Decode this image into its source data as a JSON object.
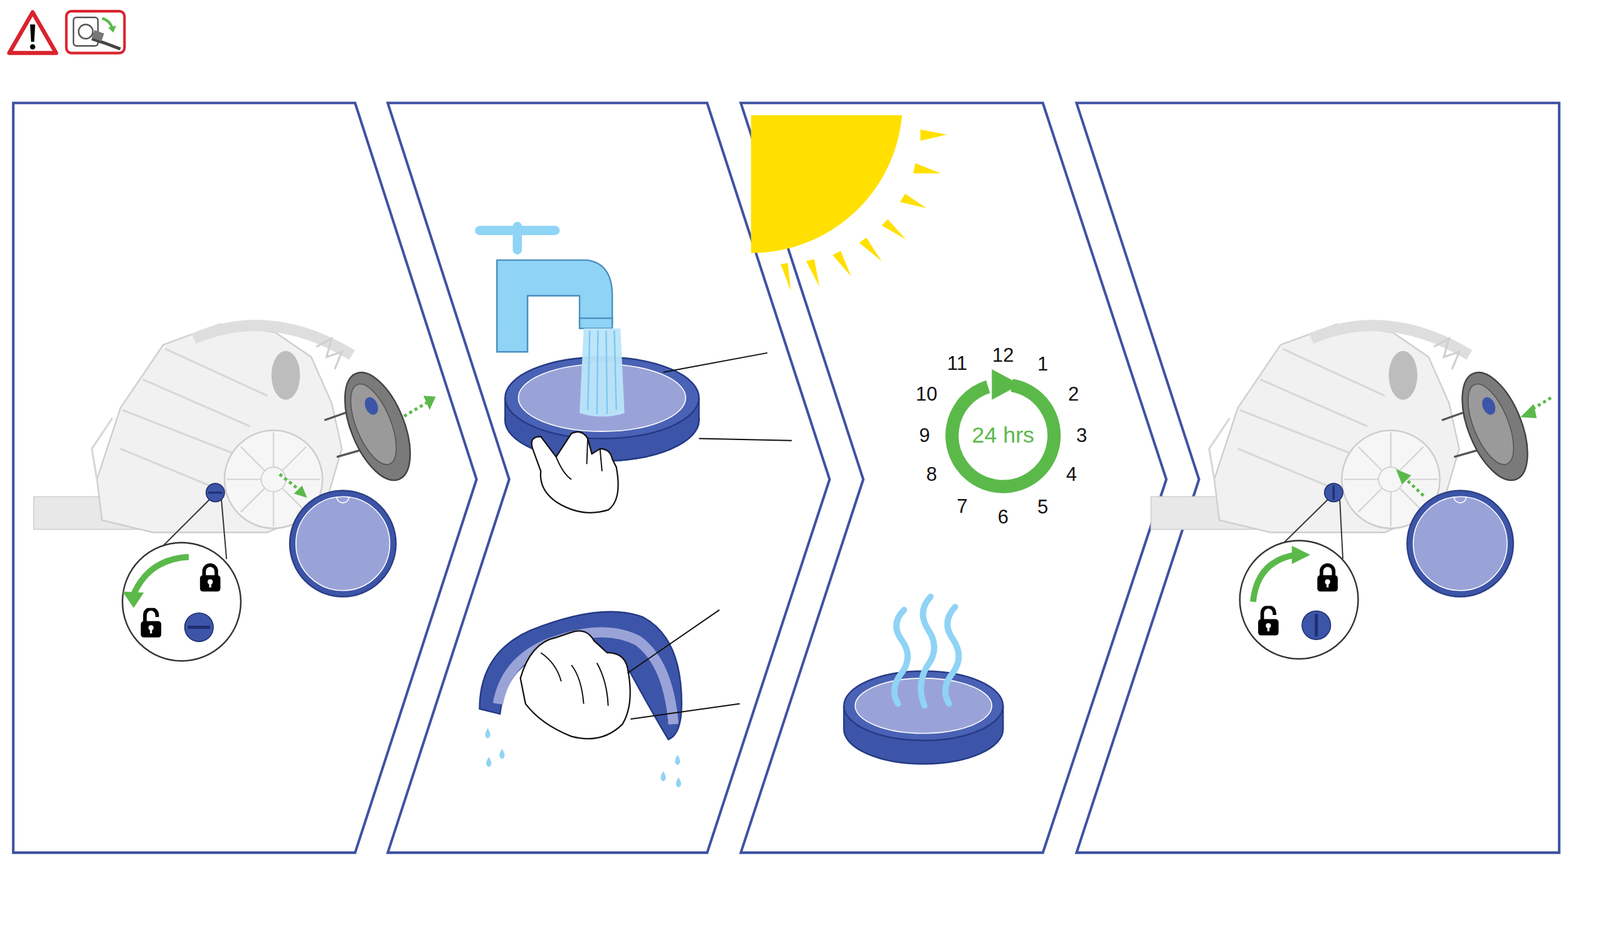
{
  "diagram": {
    "labels": [
      "11",
      "12",
      "1",
      "2",
      "10",
      "3",
      "9",
      "4",
      "8",
      "5",
      "7",
      "6",
      "24 hrs"
    ]
  }
}
